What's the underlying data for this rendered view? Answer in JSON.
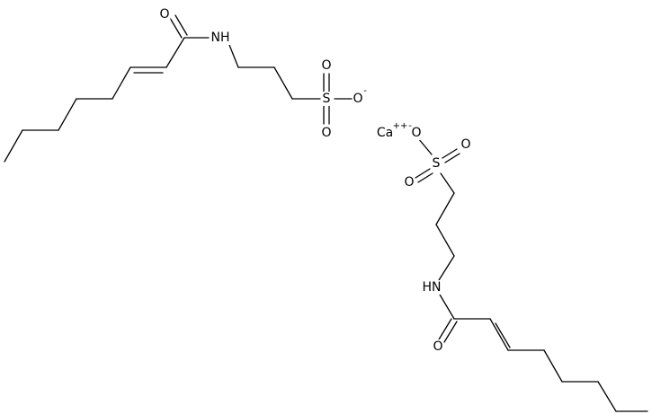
{
  "molecule_1": {
    "amide_oxygen": "O",
    "amine": "NH",
    "sulfur": "S",
    "sulfonyl_oxygen_top": "O",
    "sulfonyl_oxygen_bottom": "O",
    "anion_oxygen": "O",
    "anion_charge": "-"
  },
  "molecule_2": {
    "amide_oxygen": "O",
    "amine": "HN",
    "sulfur": "S",
    "sulfonyl_oxygen_right": "O",
    "sulfonyl_oxygen_left": "O",
    "anion_oxygen": "O",
    "anion_charge": "-"
  },
  "cation": {
    "symbol": "Ca",
    "charge": "++"
  }
}
